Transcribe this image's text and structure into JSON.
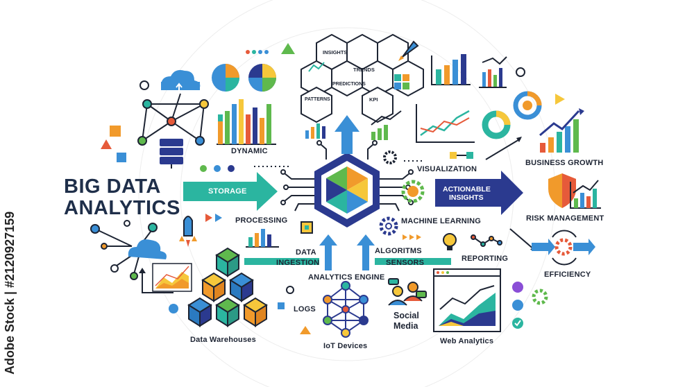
{
  "title": {
    "line1": "BIG DATA",
    "line2": "ANALYTICS"
  },
  "hex_terms": [
    "INSIGHTS",
    "TRENDS",
    "PREDICTIONS",
    "PATTERNS",
    "KPI"
  ],
  "labels": {
    "dynamic": "DYNAMIC",
    "storage": "STORAGE",
    "processing": "PROCESSING",
    "data_ingestion_1": "DATA",
    "data_ingestion_2": "INGESTION",
    "analytics_engine": "ANALYTICS ENGINE",
    "algoritms": "ALGORITMS",
    "sensors": "SENSORS",
    "visualization": "VISUALIZATION",
    "machine_learning": "MACHINE LEARNING",
    "actionable_1": "ACTIONABLE",
    "actionable_2": "INSIGHTS",
    "reporting": "REPORTING",
    "business_growth": "BUSINESS GROWTH",
    "risk_management": "RISK MANAGEMENT",
    "efficiency": "EFFICIENCY",
    "logs": "LOGS",
    "data_warehouses": "Data Warehouses",
    "iot_devices": "IoT Devices",
    "social_1": "Social",
    "social_2": "Media",
    "web_analytics": "Web Analytics"
  },
  "watermark": "Adobe Stock | #2120927159",
  "colors": {
    "navy": "#2b3a8f",
    "teal": "#2bb5a0",
    "blue": "#3a8fd6",
    "green": "#5fb94d",
    "orange": "#f19a2b",
    "yellow": "#f6c73b",
    "red": "#e65a3a",
    "dark": "#1d2433"
  }
}
